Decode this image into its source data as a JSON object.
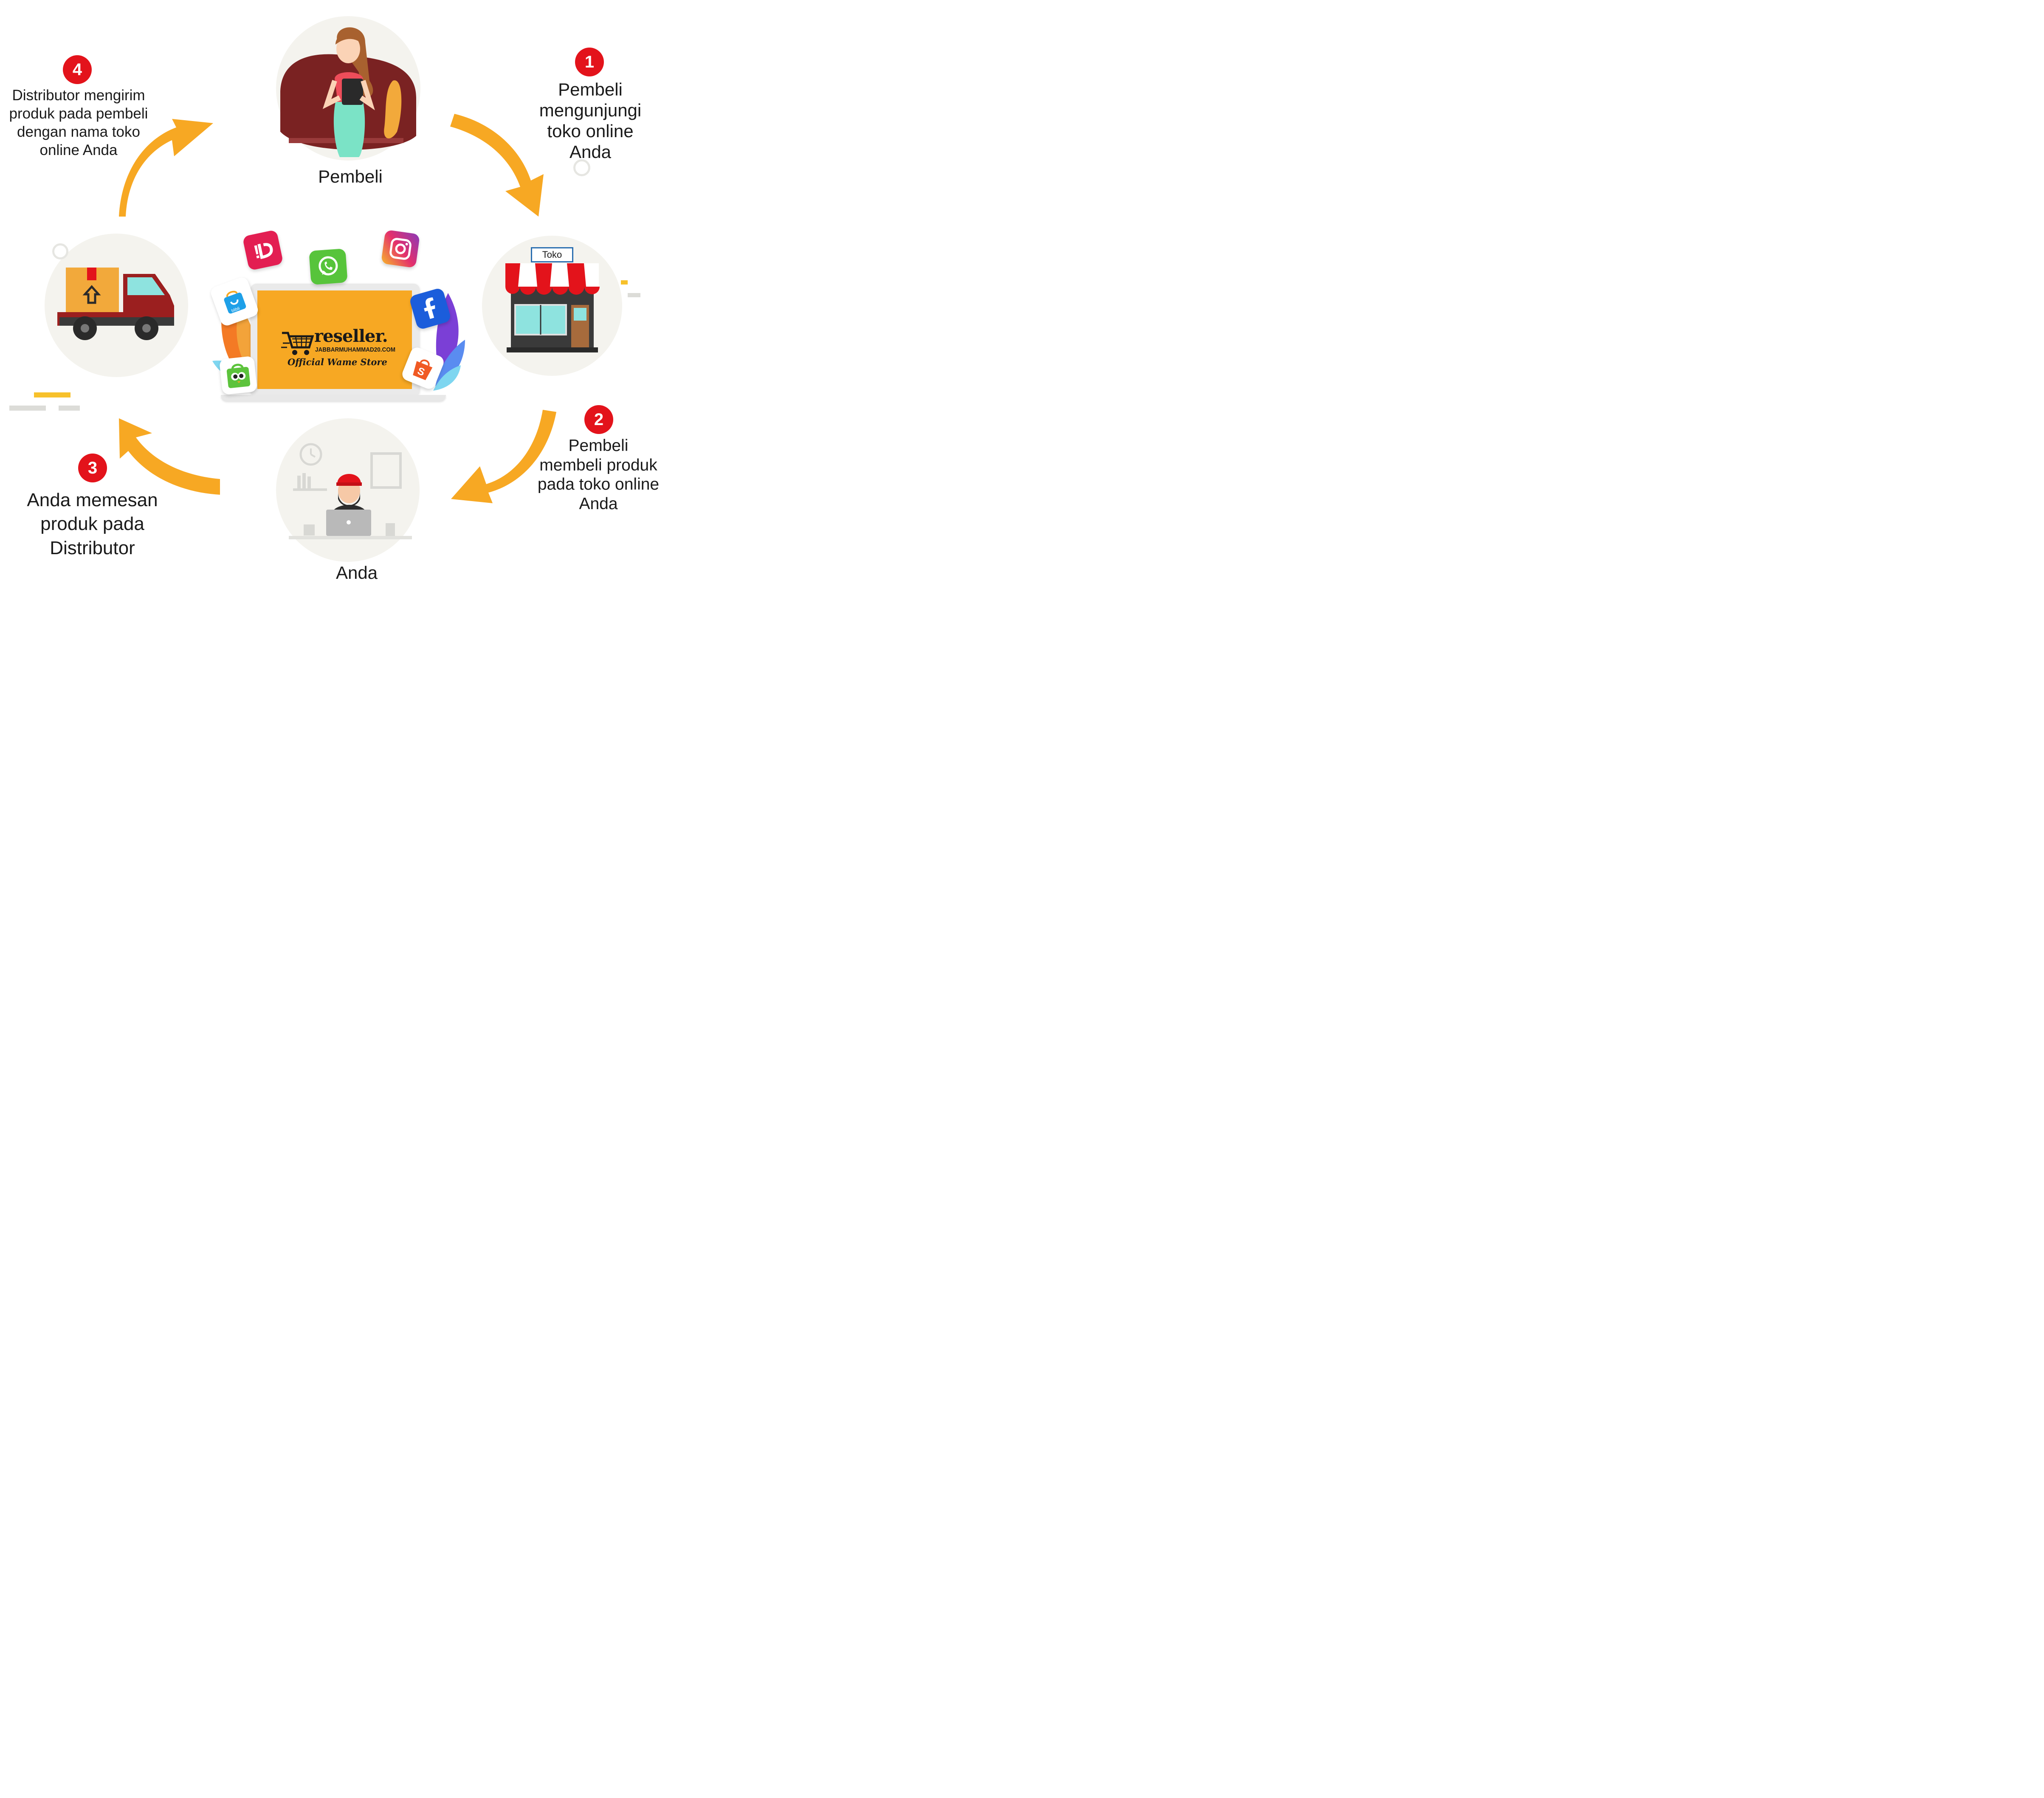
{
  "colors": {
    "arrow": "#f7a823",
    "badge": "#e3131b",
    "circle": "#f4f3ee",
    "screen": "#f7a823",
    "awning_red": "#e3131b"
  },
  "nodes": {
    "pembeli": {
      "label": "Pembeli"
    },
    "anda": {
      "label": "Anda"
    },
    "toko": {
      "sign": "Toko"
    }
  },
  "steps": [
    {
      "number": "1",
      "lines": [
        "Pembeli",
        "mengunjungi",
        "toko online",
        "Anda"
      ]
    },
    {
      "number": "2",
      "lines": [
        "Pembeli",
        "membeli produk",
        "pada toko online",
        "Anda"
      ]
    },
    {
      "number": "3",
      "lines": [
        "Anda memesan",
        "produk pada",
        "Distributor"
      ]
    },
    {
      "number": "4",
      "lines": [
        "Distributor mengirim",
        "produk pada pembeli",
        "dengan nama toko",
        "online Anda"
      ]
    }
  ],
  "center": {
    "brand": "reseller.",
    "website": "JABBARMUHAMMAD20.COM",
    "store": "Official Wame Store"
  },
  "icons": [
    "bukalapak-icon",
    "whatsapp-icon",
    "instagram-icon",
    "blibli-icon",
    "facebook-icon",
    "tokopedia-icon",
    "shopee-icon",
    "cart-icon",
    "truck-icon",
    "shop-icon",
    "woman-icon",
    "man-icon"
  ],
  "app_labels": {
    "blibli": "blibli"
  }
}
